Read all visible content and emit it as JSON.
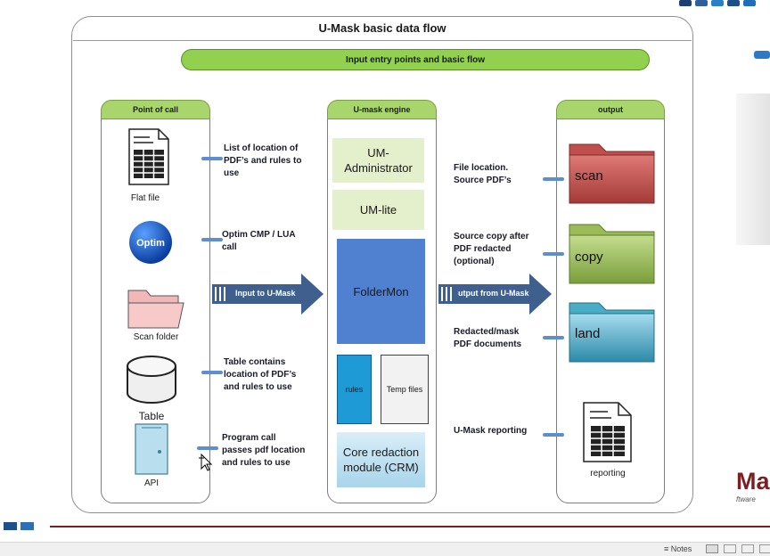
{
  "title": "U-Mask basic data flow",
  "banner": "Input entry points and basic flow",
  "columns": {
    "left": "Point of call",
    "middle": "U-mask engine",
    "right": "output"
  },
  "left_items": {
    "flat_file": "Flat file",
    "optim_logo": "Optim",
    "scan_folder": "Scan folder",
    "table": "Table",
    "api": "API"
  },
  "left_notes": {
    "n1": [
      "List of location of",
      "PDF’s and rules to",
      "use"
    ],
    "n2": [
      "Optim CMP / LUA",
      "call"
    ],
    "n3": [
      "Table contains",
      "location of PDF’s",
      "and rules to use"
    ],
    "n4": [
      "Program call",
      "passes pdf location",
      "and rules to use"
    ]
  },
  "engine": {
    "administrator": [
      "UM-",
      "Administrator"
    ],
    "lite": "UM-lite",
    "foldermon": "FolderMon",
    "rules": "rules",
    "temp_files": "Temp files",
    "crm": [
      "Core redaction",
      "module (CRM)"
    ]
  },
  "arrows": {
    "input": "Input to U-Mask",
    "output": "utput from U-Mask"
  },
  "right_notes": {
    "n1": [
      "File location.",
      "Source PDF’s"
    ],
    "n2": [
      "Source copy after",
      "PDF redacted",
      "(optional)"
    ],
    "n3": [
      "Redacted/mask",
      "PDF documents"
    ],
    "n4": [
      "U-Mask reporting"
    ]
  },
  "outputs": {
    "scan": "scan",
    "copy": "copy",
    "land": "land",
    "reporting": "reporting"
  },
  "colors": {
    "header_green": "#a9d66c",
    "banner_green": "#92d050",
    "arrow_blue": "#3f5f8f",
    "connector_blue": "#5b8fd0",
    "foldermon_blue": "#4f81d0",
    "scan_red": "#c0504d",
    "copy_green": "#9bbb59",
    "land_blue": "#4bacc6",
    "brand_maroon": "#7a1f25"
  },
  "brand_fragment": [
    "Mar",
    "ftware"
  ],
  "statusbar": {
    "notes": "Notes"
  }
}
